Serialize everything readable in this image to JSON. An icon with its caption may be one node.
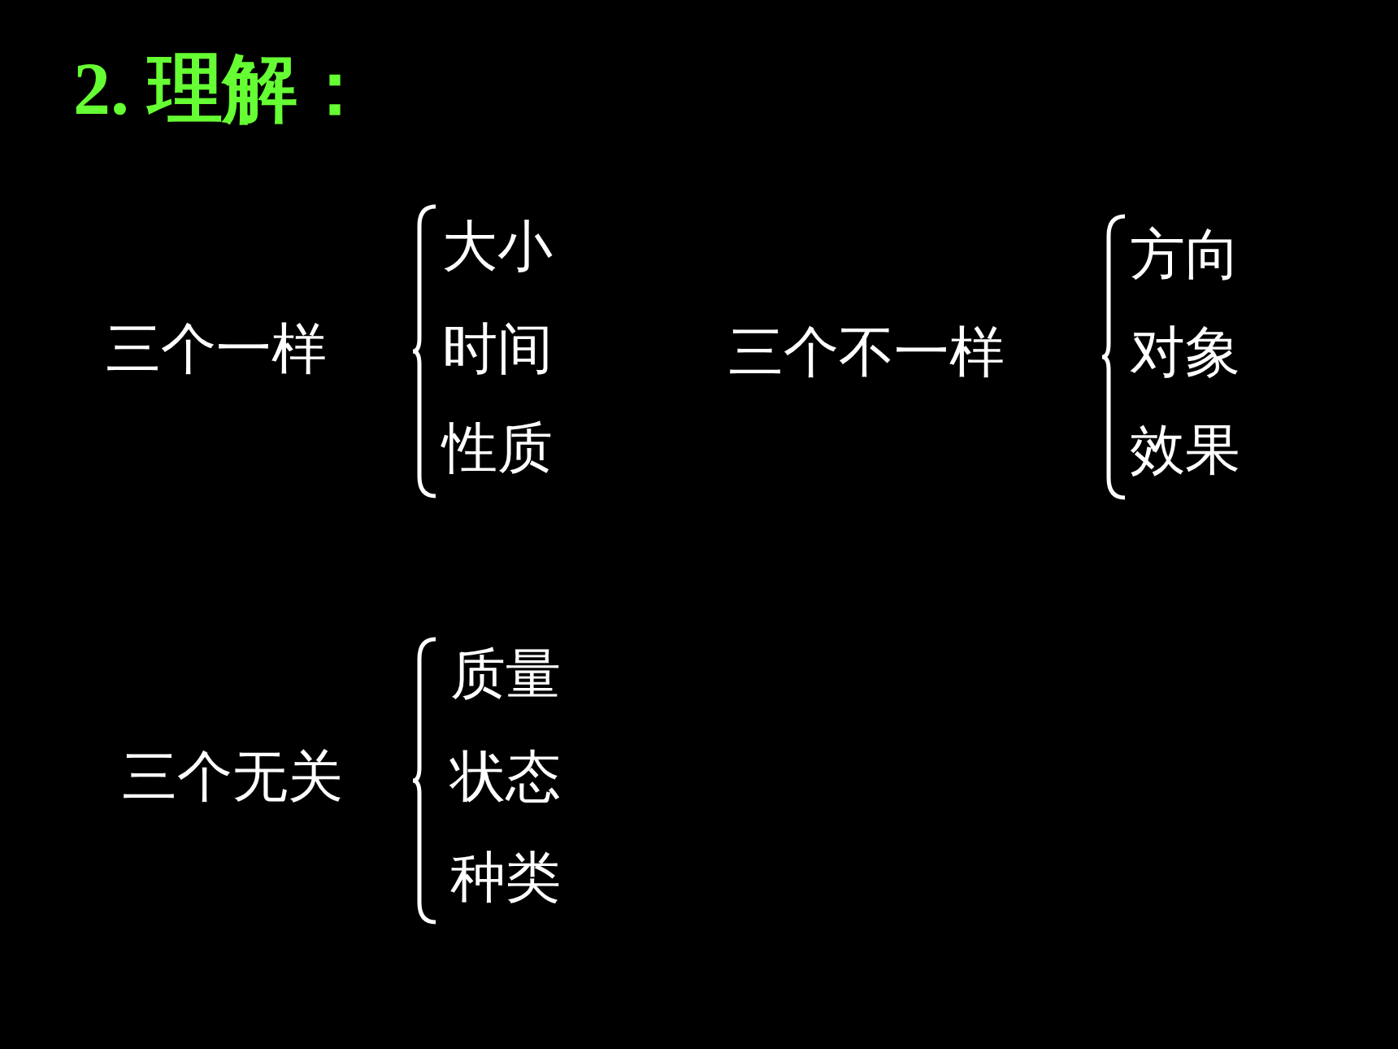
{
  "diagram": {
    "title": "2. 理解：",
    "labels": [
      "三个一样",
      "大小",
      "时间",
      "性质",
      "三个不一样",
      "方向",
      "对象",
      "效果",
      "三个无关",
      "质量",
      "状态",
      "种类"
    ]
  }
}
